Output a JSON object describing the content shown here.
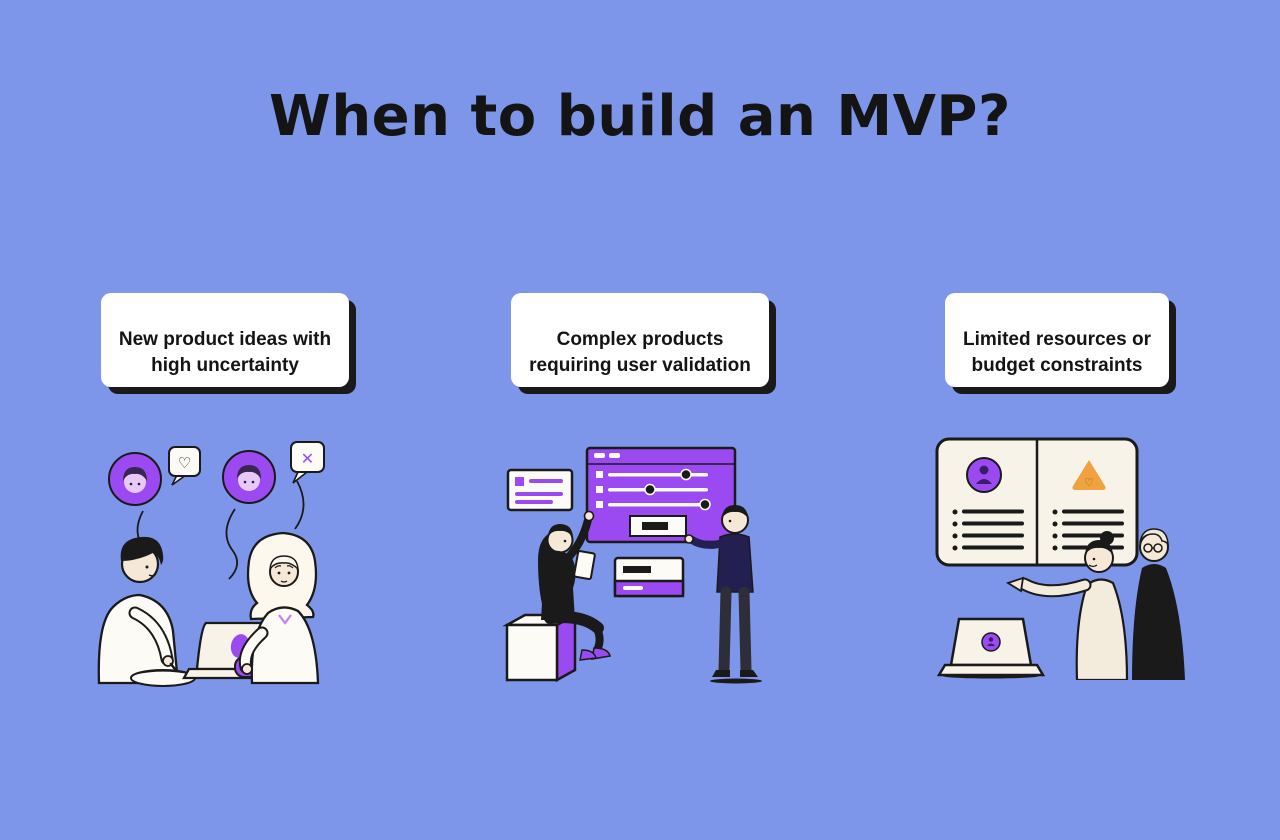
{
  "page": {
    "title": "When to build an MVP?",
    "background_color": "#7e96ea",
    "text_color": "#141414"
  },
  "palette": {
    "accent_purple": "#9b4af2",
    "card_white": "#ffffff",
    "shadow_black": "#1a1a1a",
    "cream": "#f7f3e8",
    "orange": "#efa23f",
    "navy": "#232051",
    "skin": "#f6e8d6"
  },
  "icons": {
    "heart_bubble": "♡",
    "dismiss_bubble": "✕",
    "triangle_heart": "♡"
  },
  "cards": [
    {
      "label": "New product ideas with\nhigh uncertainty",
      "illustration": "two-people-discussing-ideas-at-laptop"
    },
    {
      "label": "Complex products\nrequiring user validation",
      "illustration": "presenter-demoing-product-dashboard-to-user"
    },
    {
      "label": "Limited resources or\nbudget constraints",
      "illustration": "team-reviewing-comparison-board-with-laptop"
    }
  ]
}
